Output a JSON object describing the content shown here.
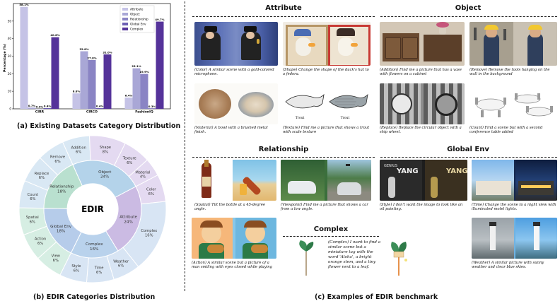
{
  "chart_data": {
    "type": "bar",
    "categories": [
      "CIRR",
      "CIRCO",
      "FashionIQ"
    ],
    "ylabel": "Percentage (%)",
    "ylim": [
      0,
      60
    ],
    "yticks": [
      0,
      10,
      20,
      30,
      40,
      50
    ],
    "legend": "top-right",
    "grid": false,
    "series": [
      {
        "name": "Attribute",
        "color": "#c5c3e6",
        "values": [
          58.1,
          8.8,
          6.4
        ]
      },
      {
        "name": "Object",
        "color": "#a9a7d6",
        "values": [
          0.7,
          32.8,
          23.1
        ]
      },
      {
        "name": "Relationship",
        "color": "#8a84c4",
        "values": [
          0.0,
          27.8,
          19.9
        ]
      },
      {
        "name": "Global Env",
        "color": "#6d5fb4",
        "values": [
          0.4,
          0.4,
          0.3
        ]
      },
      {
        "name": "Complex",
        "color": "#55339a",
        "values": [
          40.8,
          31.0,
          49.7
        ]
      }
    ],
    "data_labels": [
      [
        "58.1%",
        "0.7%",
        "0.0%",
        "0.4%",
        "40.8%"
      ],
      [
        "8.8%",
        "32.8%",
        "27.8%",
        "0.4%",
        "31.0%"
      ],
      [
        "6.4%",
        "23.1%",
        "19.9%",
        "0.3%",
        "49.7%"
      ]
    ]
  },
  "captions": {
    "a": "(a) Existing Datasets Category Distribution",
    "b": "(b) EDIR Categories Distribution",
    "c": "(c) Examples of EDIR benchmark"
  },
  "sunburst": {
    "center": "EDIR",
    "inner": [
      {
        "label": "Object\n24%",
        "value": 24,
        "color": "#b4d3ea"
      },
      {
        "label": "Attribute\n24%",
        "value": 24,
        "color": "#cbbbe3"
      },
      {
        "label": "Complex\n16%",
        "value": 16,
        "color": "#b9d2ec"
      },
      {
        "label": "Global Env\n18%",
        "value": 18,
        "color": "#b6ccea"
      },
      {
        "label": "Relationship\n18%",
        "value": 18,
        "color": "#b9e0cf"
      }
    ],
    "outer": [
      {
        "label": "Addition\n6%",
        "value": 6,
        "color": "#d9e8f4"
      },
      {
        "label": "Shape\n8%",
        "value": 8,
        "color": "#e4daf1"
      },
      {
        "label": "Texture\n6%",
        "value": 6,
        "color": "#e4daf1"
      },
      {
        "label": "Material\n4%",
        "value": 4,
        "color": "#e4daf1"
      },
      {
        "label": "Color\n6%",
        "value": 6,
        "color": "#e4daf1"
      },
      {
        "label": "Complex\n16%",
        "value": 16,
        "color": "#d8e5f4"
      },
      {
        "label": "Weather\n6%",
        "value": 6,
        "color": "#d8e5f4"
      },
      {
        "label": "Time\n6%",
        "value": 6,
        "color": "#d8e5f4"
      },
      {
        "label": "Style\n6%",
        "value": 6,
        "color": "#d8e5f4"
      },
      {
        "label": "View\n6%",
        "value": 6,
        "color": "#d6eee3"
      },
      {
        "label": "Action\n6%",
        "value": 6,
        "color": "#d6eee3"
      },
      {
        "label": "Spatial\n6%",
        "value": 6,
        "color": "#d6eee3"
      },
      {
        "label": "Count\n6%",
        "value": 6,
        "color": "#d9e8f4"
      },
      {
        "label": "Replace\n6%",
        "value": 6,
        "color": "#d9e8f4"
      },
      {
        "label": "Remove\n6%",
        "value": 6,
        "color": "#d9e8f4"
      }
    ]
  },
  "sections": {
    "attribute": "Attribute",
    "object": "Object",
    "relationship": "Relationship",
    "global_env": "Global Env",
    "complex": "Complex"
  },
  "examples": {
    "color": "(Color) A similar scene with a gold-colored microphone.",
    "shape": "(Shape) Change the shape of the duck's hat to a fedora.",
    "material": "(Material) A bowl with a brushed metal finish.",
    "texture": "(Texture) Find me a picture that shows a trout with scale texture",
    "texture_label_a": "Trout",
    "texture_label_b": "Trout",
    "addition": "(Addition) Find me a picture that has a vase with flowers on a cabinet",
    "remove": "(Remove) Remove the tools hanging on the wall in the background",
    "replace": "(Replace) Replace the circular object with a ship wheel.",
    "count": "(Count) Find a scene but with a second conference table added",
    "spatial": "(Spatial) Tilt the bottle at a 45-degree angle.",
    "viewpoint": "(Viewpoint) Find me a picture that shows a car from a low angle.",
    "action": "(Action) A similar scene but a picture of a man smiling with eyes closed while playing",
    "style": "(Style) I don't want the image to look like an oil painting.",
    "style_poster_a": "GENIUS",
    "style_poster_b": "YANG",
    "time": "(Time) Change the scene to a night view with illuminated motel lights.",
    "weather": "(Weather) A similar picture with sunny weather and clear blue skies.",
    "complex": "(Complex) I want to find a similar scene but a miniature tag with the word 'Aloha', a bright orange stem, and a tiny flower next to a leaf."
  }
}
